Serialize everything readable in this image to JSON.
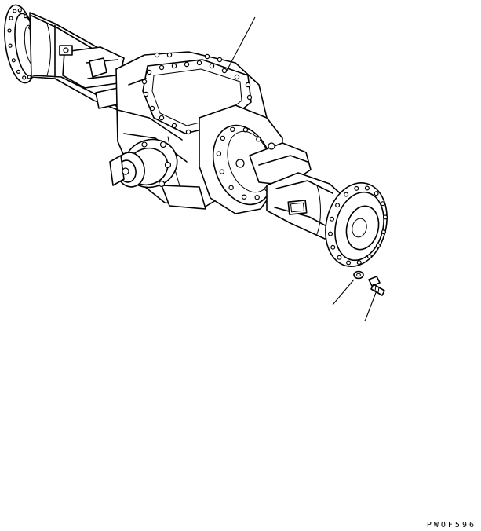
{
  "figure": {
    "drawing_code": "PWOF596",
    "subject": "axle-assembly",
    "parts": [
      "axle-housing",
      "differential-carrier",
      "input-flange",
      "wheel-flange-left",
      "wheel-flange-right",
      "washer",
      "bolt"
    ]
  },
  "colors": {
    "line": "#000000",
    "background": "#ffffff"
  }
}
